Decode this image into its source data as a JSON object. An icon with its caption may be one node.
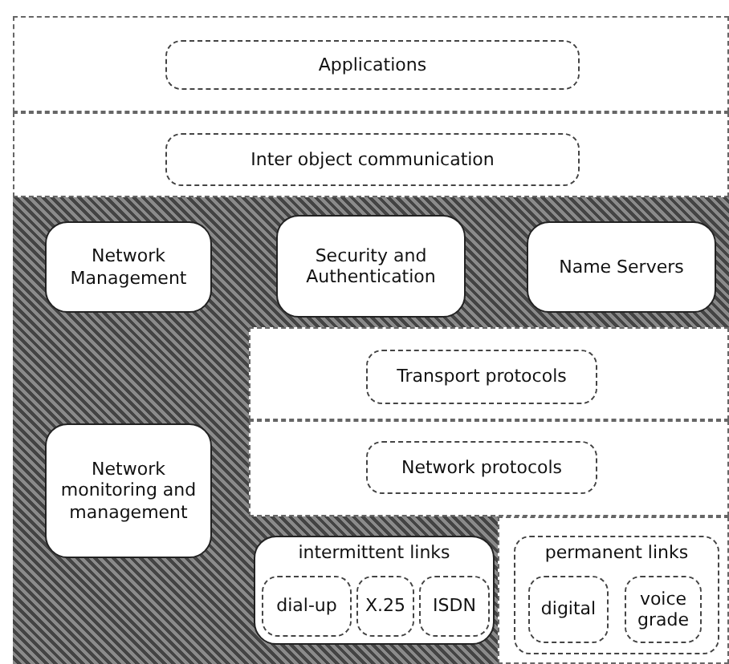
{
  "diagram": {
    "nodes": [
      {
        "text": [
          "Applications"
        ]
      },
      {
        "text": [
          "Inter object communication"
        ]
      },
      {
        "text": [
          "Network Management"
        ]
      },
      {
        "text": [
          "Security and Authentication"
        ]
      },
      {
        "text": [
          "Name Servers"
        ]
      },
      {
        "text": [
          "Transport protocols"
        ]
      },
      {
        "text": [
          "Network monitoring and management"
        ]
      },
      {
        "text": [
          "Network protocols"
        ]
      },
      {
        "text": [
          "intermittent links"
        ]
      },
      {
        "text": [
          "dial-up"
        ],
        "in": 8
      },
      {
        "text": [
          "X.25"
        ],
        "in": 8
      },
      {
        "text": [
          "ISDN"
        ],
        "in": 8
      },
      {
        "text": [
          "permanent links"
        ]
      },
      {
        "text": [
          "digital"
        ],
        "in": 12
      },
      {
        "text": [
          "voice grade"
        ],
        "in": 12
      }
    ]
  }
}
